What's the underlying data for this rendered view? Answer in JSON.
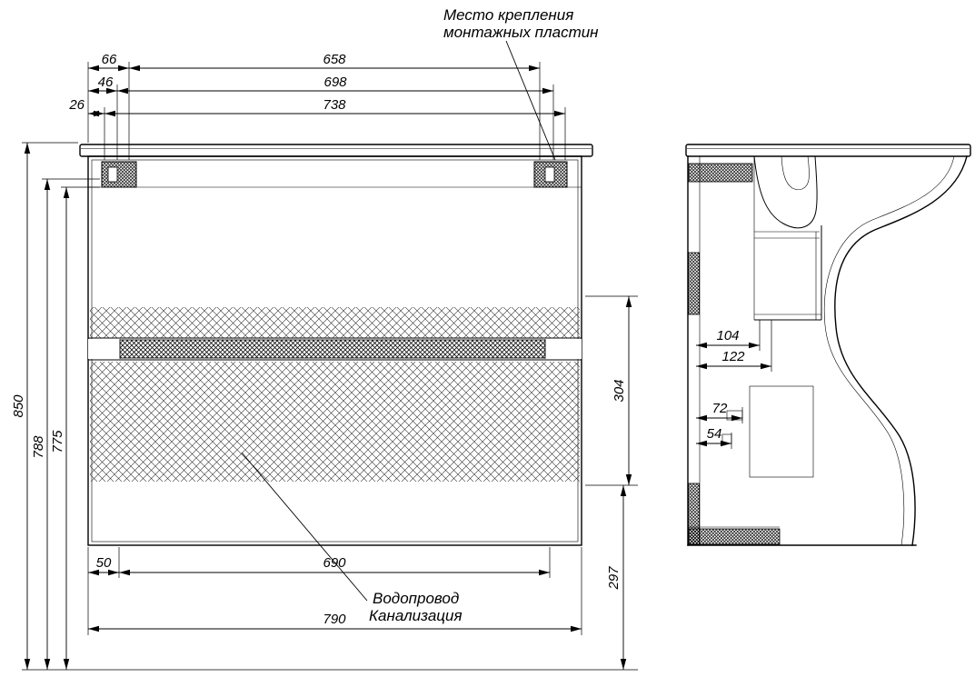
{
  "drawing": {
    "notes": {
      "mounting": {
        "line1": "Место крепления",
        "line2": "монтажных пластин"
      },
      "plumbing": {
        "line1": "Водопровод",
        "line2": "Канализация"
      }
    },
    "front": {
      "top": {
        "d66": "66",
        "d658": "658",
        "d46": "46",
        "d698": "698",
        "d26": "26",
        "d738": "738"
      },
      "left": {
        "d850": "850",
        "d788": "788",
        "d775": "775"
      },
      "right": {
        "d304": "304",
        "d297": "297"
      },
      "bottom": {
        "d50": "50",
        "d690": "690",
        "d790": "790"
      }
    },
    "side": {
      "d104": "104",
      "d122": "122",
      "d72": "72",
      "d54": "54"
    }
  }
}
